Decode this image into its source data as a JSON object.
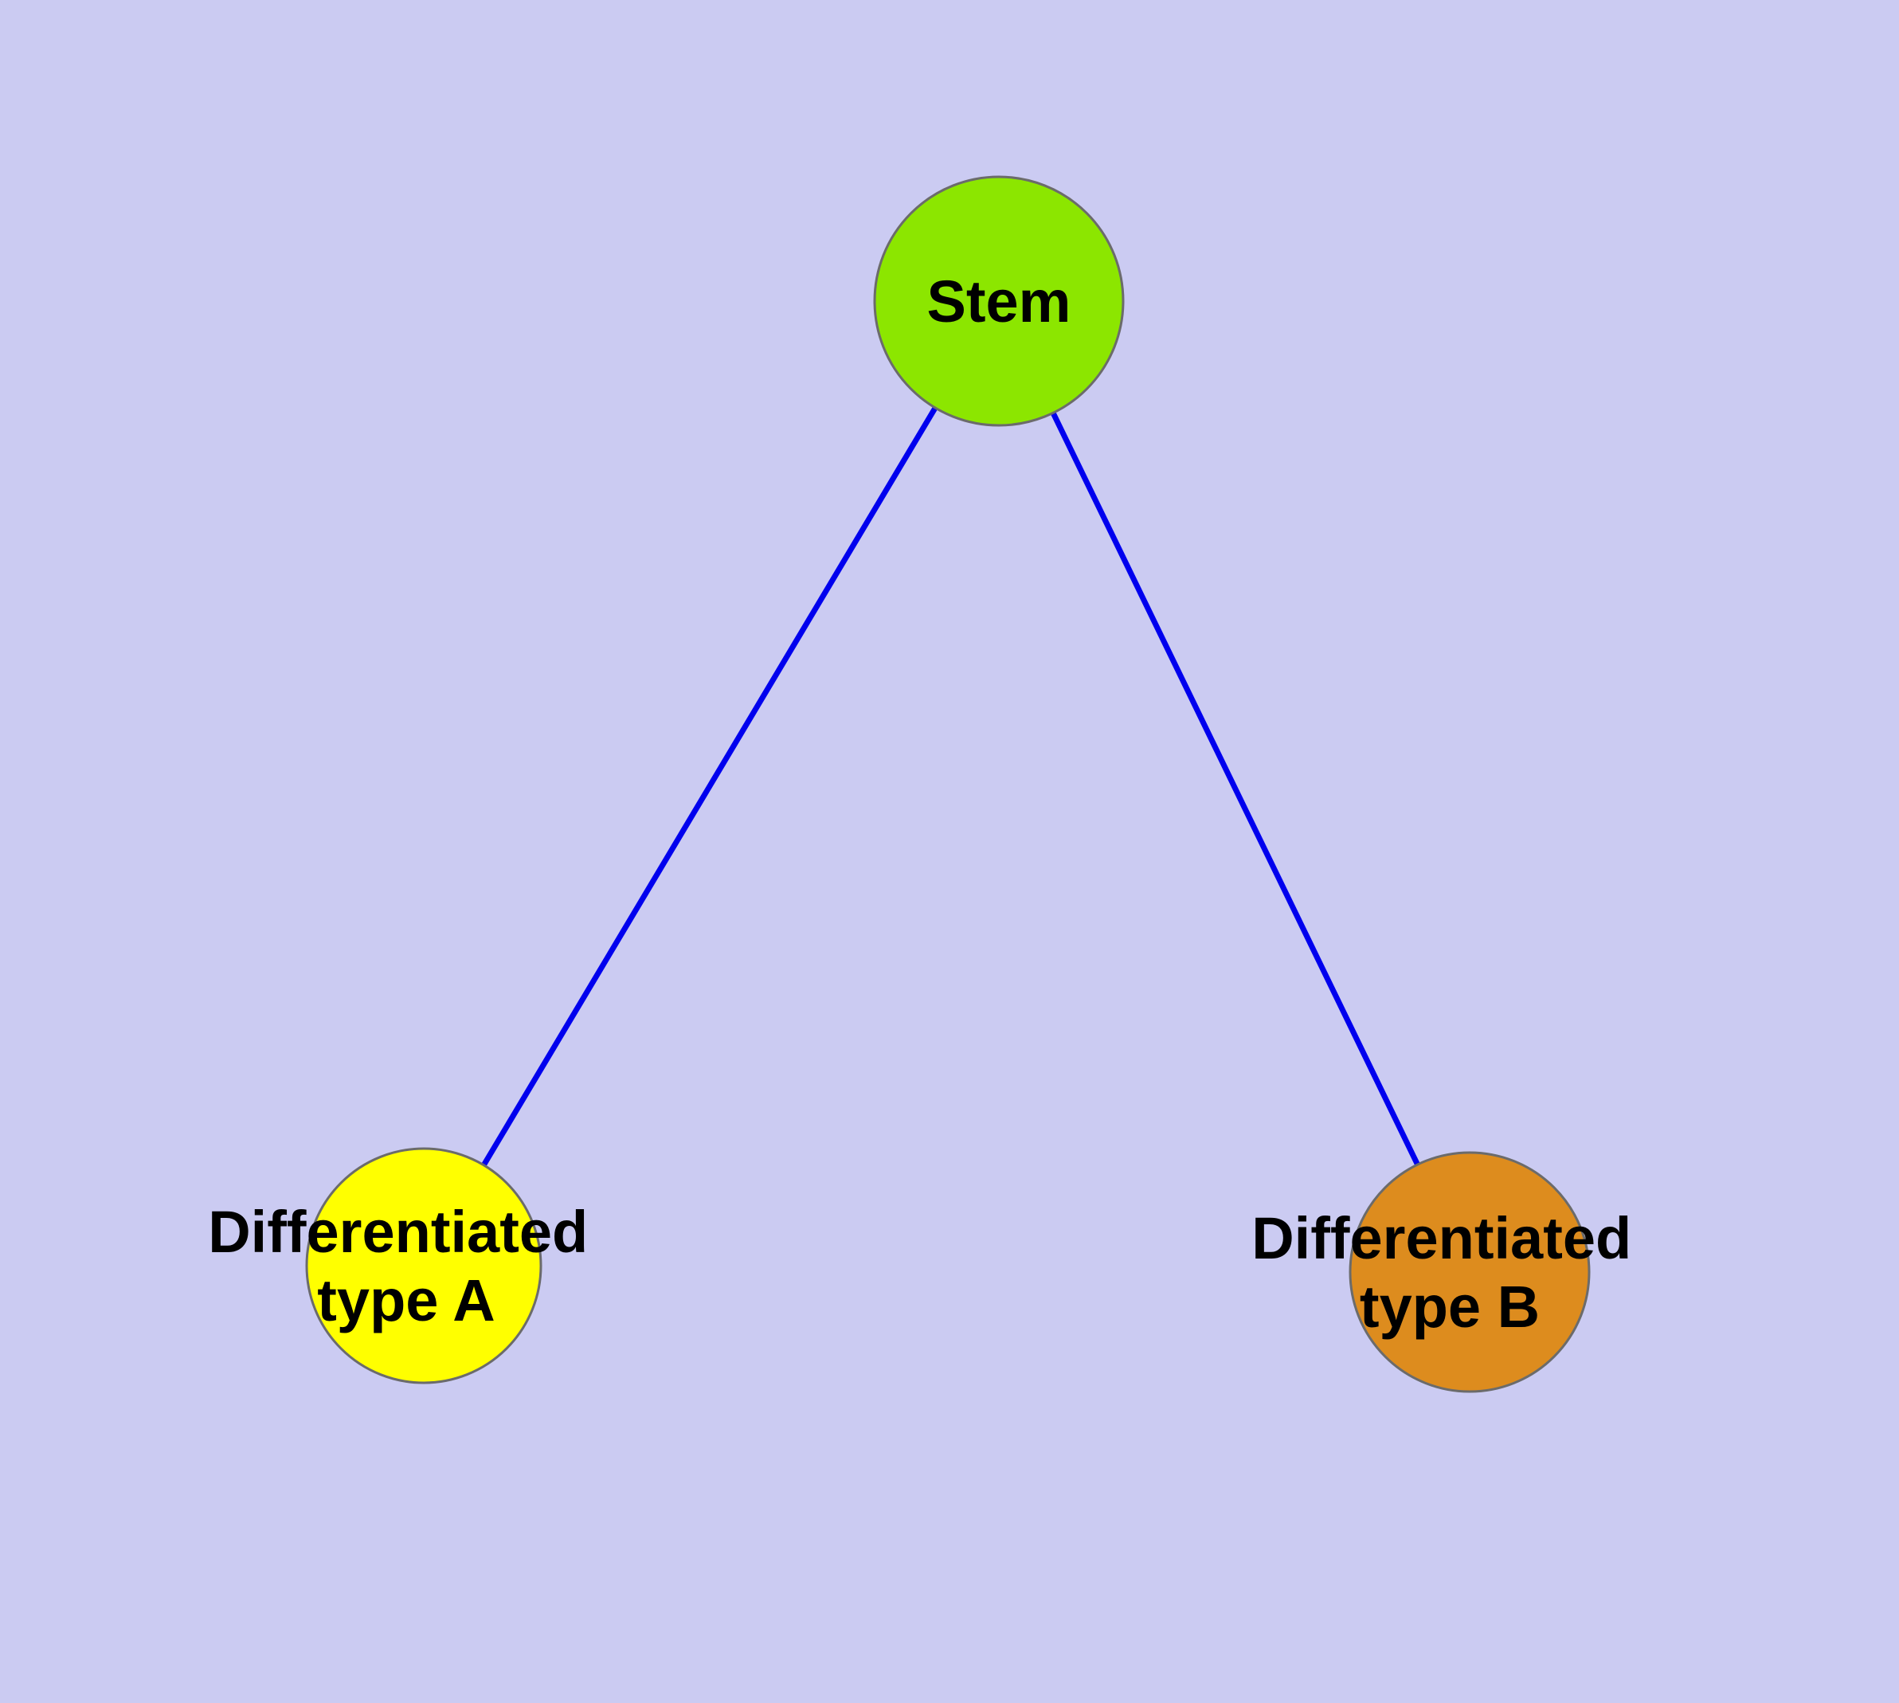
{
  "canvas": {
    "background": "#cbcbf2"
  },
  "diagram": {
    "type": "graph",
    "description": "Stem cell differentiation graph: one stem node connected to two differentiated cell-type nodes",
    "edge_color": "#0000ee",
    "node_border_color": "#6b6b6b",
    "label_color": "#000000",
    "nodes": [
      {
        "id": "stem",
        "label": "Stem",
        "label_lines": [
          "Stem"
        ],
        "color": "#8ce600"
      },
      {
        "id": "diff-a",
        "label": "Differentiated type A",
        "label_lines": [
          "Differentiated",
          "type A"
        ],
        "color": "#ffff00"
      },
      {
        "id": "diff-b",
        "label": "Differentiated type B",
        "label_lines": [
          "Differentiated",
          "type B"
        ],
        "color": "#dd8c1e"
      }
    ],
    "edges": [
      {
        "from": "stem",
        "to": "diff-a"
      },
      {
        "from": "stem",
        "to": "diff-b"
      }
    ]
  }
}
